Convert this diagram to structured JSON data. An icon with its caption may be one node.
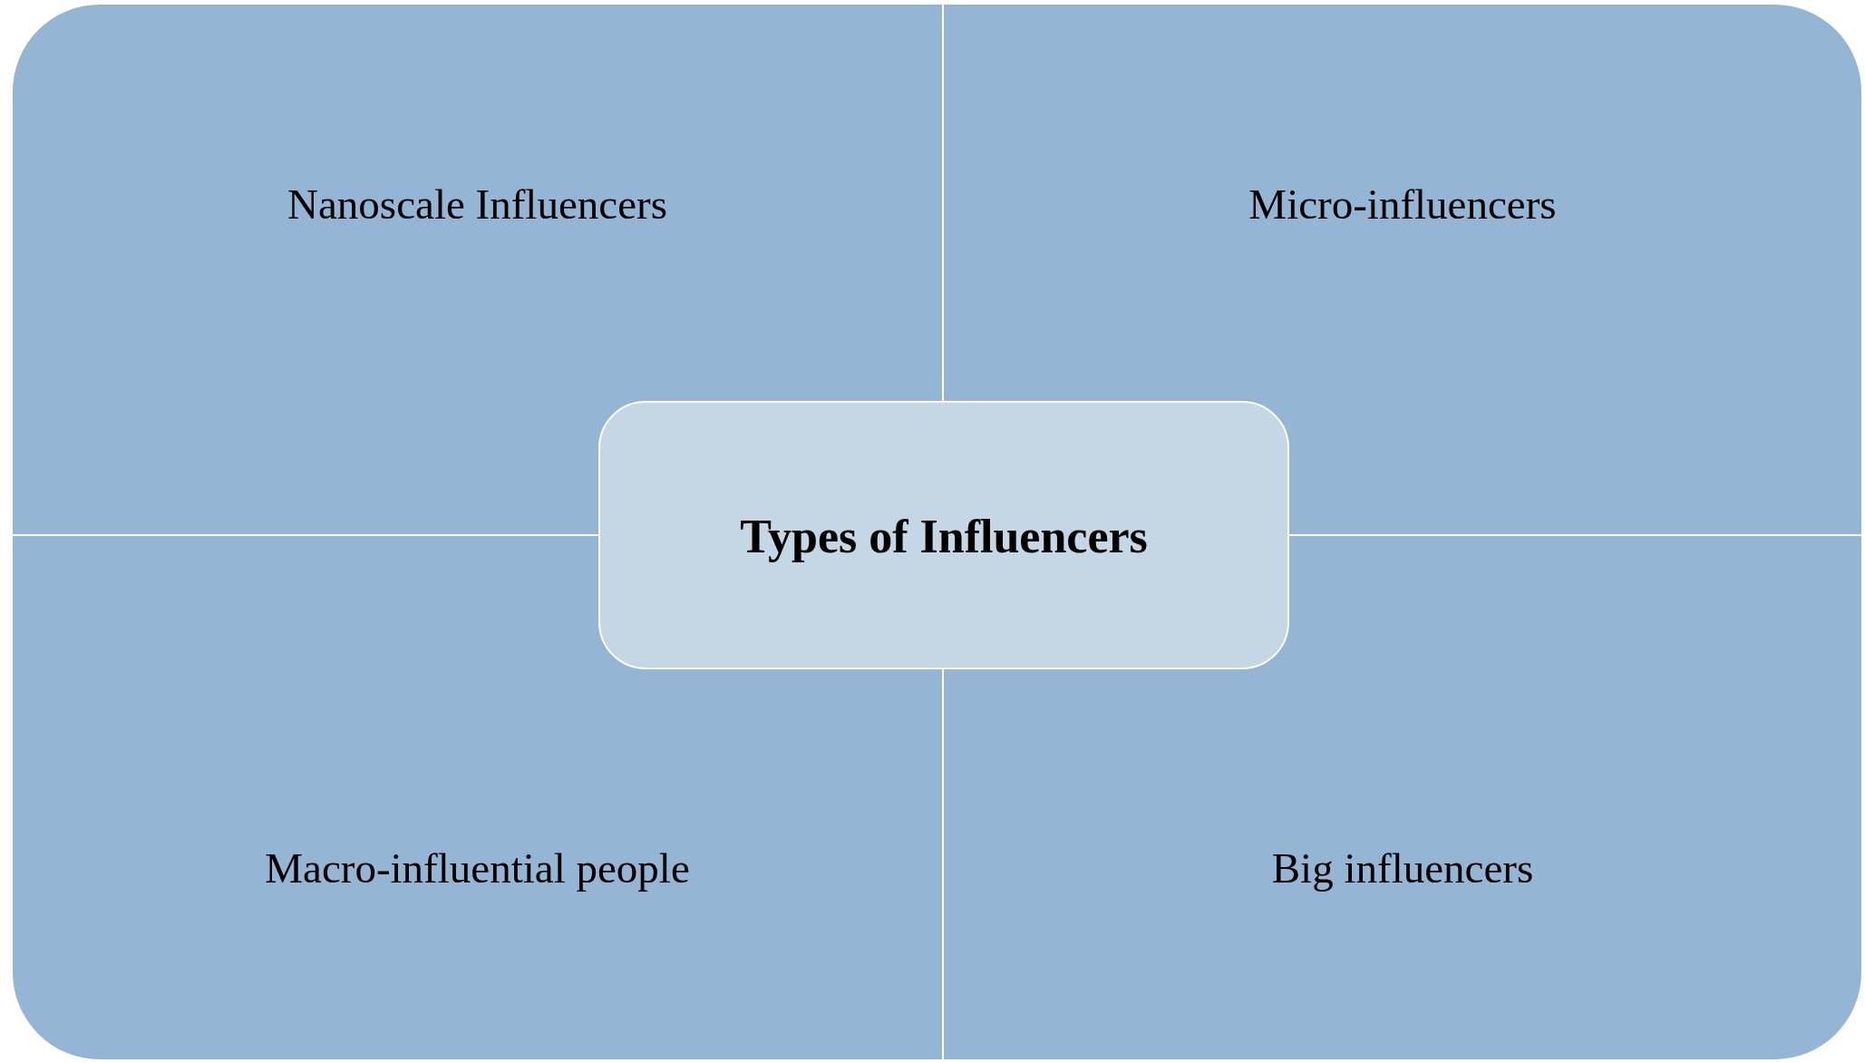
{
  "diagram": {
    "nodes": [
      {
        "text": [
          "Nanoscale Influencers"
        ]
      },
      {
        "text": [
          "Micro-influencers"
        ]
      },
      {
        "text": [
          "Macro-influential people"
        ]
      },
      {
        "text": [
          "Big influencers"
        ]
      },
      {
        "text": [
          "Types of Influencers"
        ]
      }
    ]
  }
}
